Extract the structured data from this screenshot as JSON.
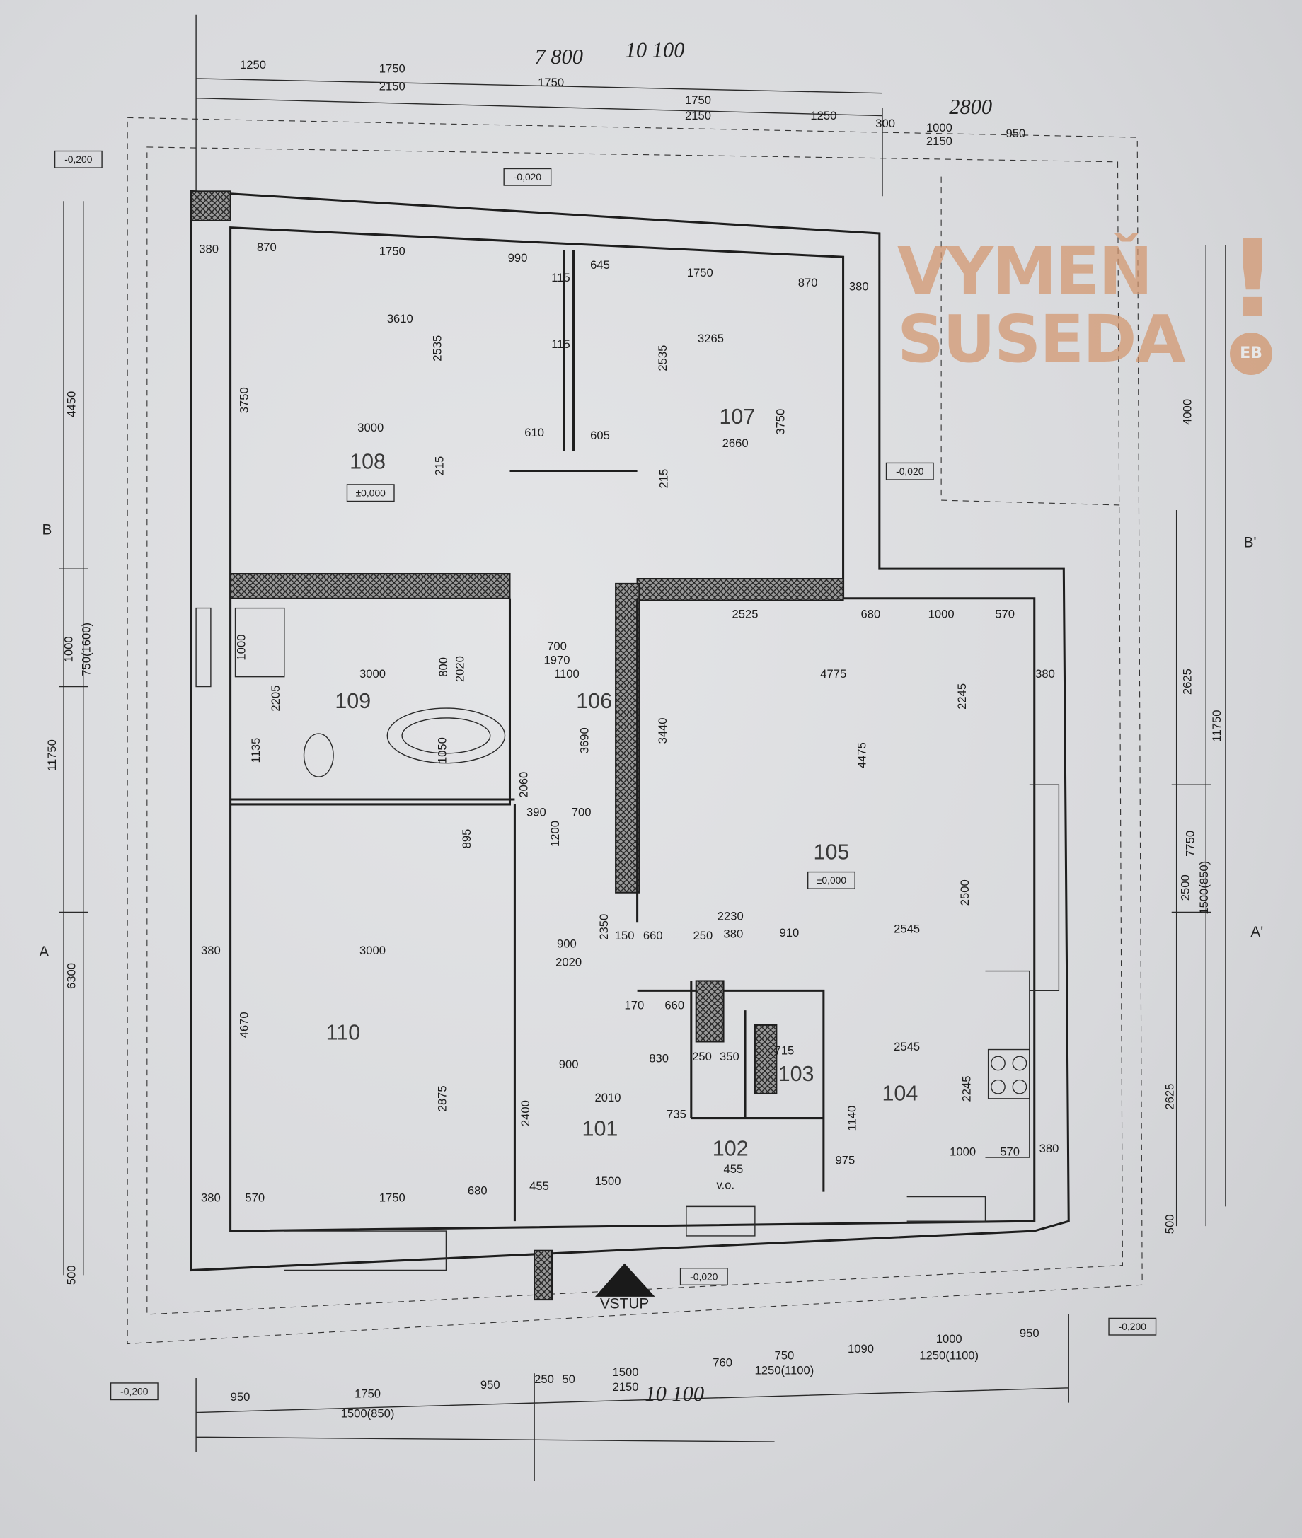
{
  "logo": {
    "line1": "VYMEŇ",
    "line2": "SUSEDA",
    "mark": "!",
    "badge": "EB",
    "color": "#d2966e"
  },
  "rooms": [
    "108",
    "107",
    "109",
    "106",
    "105",
    "110",
    "101",
    "102",
    "103",
    "104"
  ],
  "levels": [
    "±0,000",
    "±0,000",
    "-0,020",
    "-0,020",
    "-0,020",
    "-0,200",
    "-0,200",
    "-0,200"
  ],
  "entrance": "VSTUP",
  "sections": [
    "B",
    "B'",
    "A",
    "A'"
  ],
  "handwritten": [
    "7 800",
    "10 100",
    "2800",
    "10 100"
  ],
  "dimensions": {
    "top": [
      "1250",
      "1750",
      "2150",
      "1750",
      "1750",
      "2150",
      "1250",
      "300",
      "1000",
      "2150",
      "950"
    ],
    "left": [
      "4450",
      "1000",
      "750(1600)",
      "11750",
      "6300",
      "500"
    ],
    "right": [
      "4000",
      "2625",
      "11750",
      "7750",
      "2500",
      "1500(850)",
      "2625",
      "500"
    ],
    "bottom": [
      "950",
      "1750",
      "1500(850)",
      "950",
      "250",
      "50",
      "1500",
      "2150",
      "760",
      "750",
      "1250(1100)",
      "1090",
      "1000",
      "1250(1100)",
      "950"
    ],
    "interior": [
      "380",
      "870",
      "1750",
      "990",
      "645",
      "1750",
      "870",
      "380",
      "115",
      "115",
      "3610",
      "3265",
      "3000",
      "610",
      "605",
      "2660",
      "3750",
      "2535",
      "2535",
      "3750",
      "215",
      "215",
      "2525",
      "680",
      "1000",
      "570",
      "4775",
      "3000",
      "1100",
      "380",
      "2245",
      "4475",
      "3440",
      "3690",
      "2205",
      "1050",
      "1135",
      "1000",
      "800",
      "2020",
      "895",
      "2500",
      "2230",
      "910",
      "2545",
      "380",
      "660",
      "250",
      "150",
      "900",
      "3000",
      "380",
      "4670",
      "2875",
      "2545",
      "900",
      "830",
      "250",
      "350",
      "715",
      "2010",
      "660",
      "170",
      "2400",
      "2245",
      "380",
      "570",
      "1750",
      "680",
      "455",
      "1500",
      "455",
      "975",
      "1000",
      "570",
      "380",
      "1140",
      "700",
      "1970",
      "2060",
      "390",
      "700",
      "1200",
      "2350",
      "2020",
      "735",
      "v.o."
    ]
  }
}
